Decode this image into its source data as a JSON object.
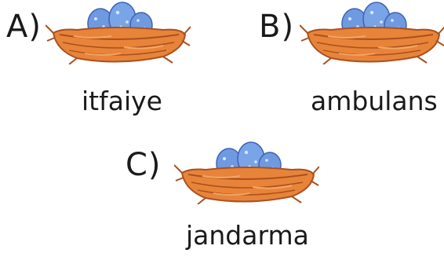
{
  "options": [
    {
      "letter": "A)",
      "word": "itfaiye"
    },
    {
      "letter": "B)",
      "word": "ambulans"
    },
    {
      "letter": "C)",
      "word": "jandarma"
    }
  ],
  "colors": {
    "nest_main": "#e8843a",
    "nest_dark": "#a9501f",
    "nest_light": "#f5a765",
    "egg": "#6f9ae0",
    "egg_dark": "#3d63b5",
    "egg_spot": "#d9e6ff",
    "text": "#1a1a1a"
  },
  "icons": {
    "nest": "bird-nest-with-blue-eggs-icon"
  }
}
